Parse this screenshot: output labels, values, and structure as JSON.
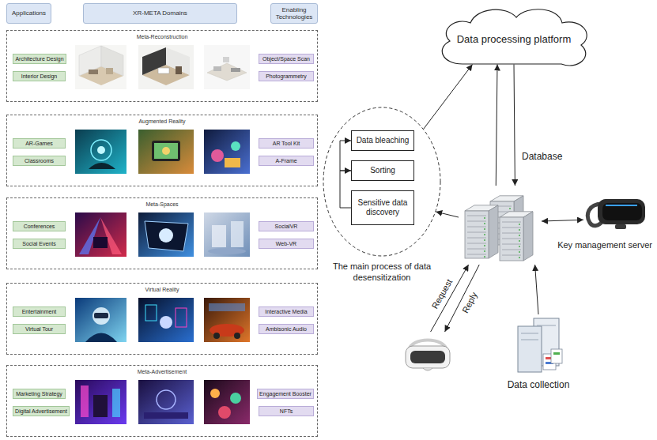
{
  "diagram": {
    "nodes": [
      {
        "text": [
          "Applications"
        ]
      },
      {
        "text": [
          "XR-META Domains"
        ]
      },
      {
        "text": [
          "Enabling Technologies"
        ]
      },
      {
        "text": [
          "Meta-Reconstruction"
        ]
      },
      {
        "text": [
          "Architecture Design"
        ],
        "in": 3
      },
      {
        "text": [
          "Interior Design"
        ],
        "in": 3
      },
      {
        "text": [
          "Object/Space Scan"
        ],
        "in": 3
      },
      {
        "text": [
          "Photogrammetry"
        ],
        "in": 3
      },
      {
        "text": [
          "Augmented Reality"
        ]
      },
      {
        "text": [
          "AR-Games"
        ],
        "in": 8
      },
      {
        "text": [
          "Classrooms"
        ],
        "in": 8
      },
      {
        "text": [
          "AR Tool Kit"
        ],
        "in": 8
      },
      {
        "text": [
          "A-Frame"
        ],
        "in": 8
      },
      {
        "text": [
          "Meta-Spaces"
        ]
      },
      {
        "text": [
          "Conferences"
        ],
        "in": 13
      },
      {
        "text": [
          "Social Events"
        ],
        "in": 13
      },
      {
        "text": [
          "SocialVR"
        ],
        "in": 13
      },
      {
        "text": [
          "Web-VR"
        ],
        "in": 13
      },
      {
        "text": [
          "Virtual Reality"
        ]
      },
      {
        "text": [
          "Entertainment"
        ],
        "in": 18
      },
      {
        "text": [
          "Virtual Tour"
        ],
        "in": 18
      },
      {
        "text": [
          "Interactive Media"
        ],
        "in": 18
      },
      {
        "text": [
          "Ambisonic Audio"
        ],
        "in": 18
      },
      {
        "text": [
          "Meta-Advertisement"
        ]
      },
      {
        "text": [
          "Marketing Strategy"
        ],
        "in": 23
      },
      {
        "text": [
          "Digital Advertisement"
        ],
        "in": 23
      },
      {
        "text": [
          "Engagement Booster"
        ],
        "in": 23
      },
      {
        "text": [
          "NFTs"
        ],
        "in": 23
      },
      {
        "text": [
          "Data processing platform"
        ]
      },
      {
        "text": [
          "The main process of data desensitization"
        ]
      },
      {
        "text": [
          "Data bleaching"
        ],
        "in": 29
      },
      {
        "text": [
          "Sorting"
        ],
        "in": 29
      },
      {
        "text": [
          "Sensitive data discovery"
        ],
        "in": 29
      },
      {
        "text": [
          "Database"
        ]
      },
      {
        "text": [
          "Key management server"
        ]
      },
      {
        "text": []
      },
      {
        "text": [
          "Data collection"
        ]
      }
    ],
    "edges": [
      {
        "from": 29,
        "to": 28,
        "arrow": "to"
      },
      {
        "from": 33,
        "to": 28,
        "arrow": "to"
      },
      {
        "from": 28,
        "to": 33,
        "arrow": "to"
      },
      {
        "from": 33,
        "to": 29,
        "arrow": "to"
      },
      {
        "from": 33,
        "to": 34,
        "arrow": "both"
      },
      {
        "from": 35,
        "to": 33,
        "label": "Request",
        "arrow": "to"
      },
      {
        "from": 33,
        "to": 35,
        "label": "Reply",
        "arrow": "to"
      },
      {
        "from": 36,
        "to": 33,
        "arrow": "to"
      },
      {
        "from": 32,
        "to": 31,
        "arrow": "to"
      },
      {
        "from": 31,
        "to": 30,
        "arrow": "to"
      }
    ]
  }
}
